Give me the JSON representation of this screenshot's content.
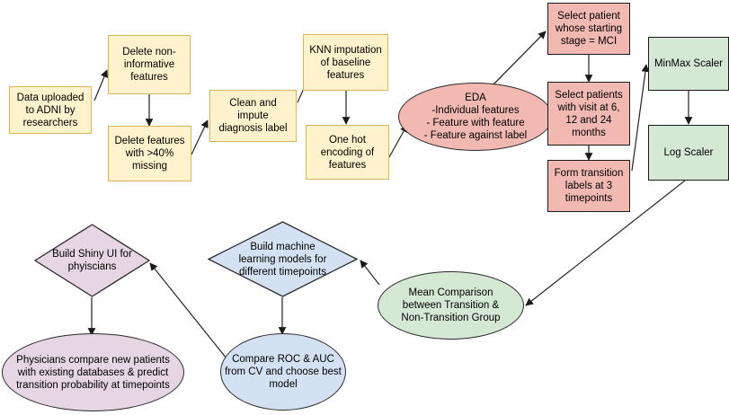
{
  "diagram": {
    "title": "ADNI MCI transition prediction pipeline flowchart",
    "colors": {
      "yellow_fill": "#fff2cc",
      "yellow_stroke": "#d6b656",
      "salmon_fill": "#f2b9b2",
      "green_fill": "#d5e8d4",
      "blue_fill": "#d3e1f2",
      "purple_fill": "#e6d5e2",
      "stroke": "#000000",
      "background": "#ffffff"
    },
    "nodes": {
      "data_uploaded": "Data uploaded\nto ADNI by\nresearchers",
      "delete_noninformative": "Delete non-\ninformative\nfeatures",
      "delete_missing": "Delete features\nwith >40%\nmissing",
      "clean_impute": "Clean and\nimpute\ndiagnosis label",
      "knn_imputation": "KNN imputation\nof baseline\nfeatures",
      "one_hot": "One hot\nencoding of\nfeatures",
      "eda": "EDA\n-Individual features\n- Feature with feature\n- Feature against label",
      "select_patient_mci": "Select patient\nwhose starting\nstage = MCI",
      "select_patients_visit": "Select patients\nwith visit at 6,\n12 and 24\nmonths",
      "form_transition_labels": "Form transition\nlabels at 3\ntimepoints",
      "minmax_scaler": "MinMax Scaler",
      "log_scaler": "Log Scaler",
      "mean_comparison": "Mean Comparison\nbetween Transition &\nNon-Transition Group",
      "build_shiny_ui": "Build Shiny UI for\nphyiscians",
      "build_ml_models": "Build machine\nlearning models for\ndifferent timepoints",
      "physicians_compare": "Physicians compare new patients\nwith existing databases & predict\ntransition probability at timepoints",
      "compare_roc_auc": "Compare ROC & AUC\nfrom CV and choose best\nmodel"
    },
    "edges": [
      {
        "from": "data_uploaded",
        "to": "delete_noninformative"
      },
      {
        "from": "delete_noninformative",
        "to": "delete_missing"
      },
      {
        "from": "delete_missing",
        "to": "clean_impute"
      },
      {
        "from": "clean_impute",
        "to": "knn_imputation"
      },
      {
        "from": "knn_imputation",
        "to": "one_hot"
      },
      {
        "from": "one_hot",
        "to": "eda"
      },
      {
        "from": "eda",
        "to": "select_patient_mci"
      },
      {
        "from": "select_patient_mci",
        "to": "select_patients_visit"
      },
      {
        "from": "select_patients_visit",
        "to": "form_transition_labels"
      },
      {
        "from": "form_transition_labels",
        "to": "minmax_scaler"
      },
      {
        "from": "minmax_scaler",
        "to": "log_scaler"
      },
      {
        "from": "log_scaler",
        "to": "mean_comparison"
      },
      {
        "from": "mean_comparison",
        "to": "build_ml_models"
      },
      {
        "from": "compare_roc_auc",
        "to": "build_shiny_ui"
      },
      {
        "from": "build_shiny_ui",
        "to": "physicians_compare"
      },
      {
        "from": "build_ml_models",
        "to": "compare_roc_auc"
      }
    ]
  }
}
